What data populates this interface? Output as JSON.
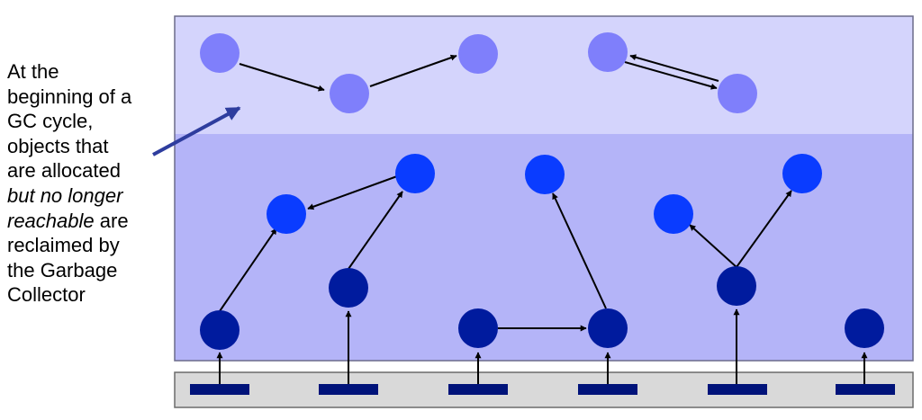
{
  "caption": {
    "lines": [
      "At the",
      "beginning of a",
      "GC cycle,",
      "objects that",
      "are allocated"
    ],
    "italic_phrase_1": "but no longer",
    "italic_phrase_2": "reachable",
    "after_italic": " are",
    "tail_lines": [
      "reclaimed by",
      "the Garbage",
      "Collector"
    ]
  },
  "colors": {
    "unreachable_region": "#d4d4fc",
    "reachable_region": "#b4b4f8",
    "root_bar": "#d9d9d9",
    "unreachable_node": "#7f7ffb",
    "reachable_node": "#0a3cff",
    "root_node": "#001b9e",
    "root_marker": "#00137a",
    "pointer_arrow": "#2e3d9e",
    "edge": "#000000"
  },
  "icons": {
    "unreachable_object": "light-circle",
    "reachable_object": "blue-circle",
    "rooted_object": "dark-circle",
    "root_reference": "bar-marker",
    "reference": "arrow"
  }
}
